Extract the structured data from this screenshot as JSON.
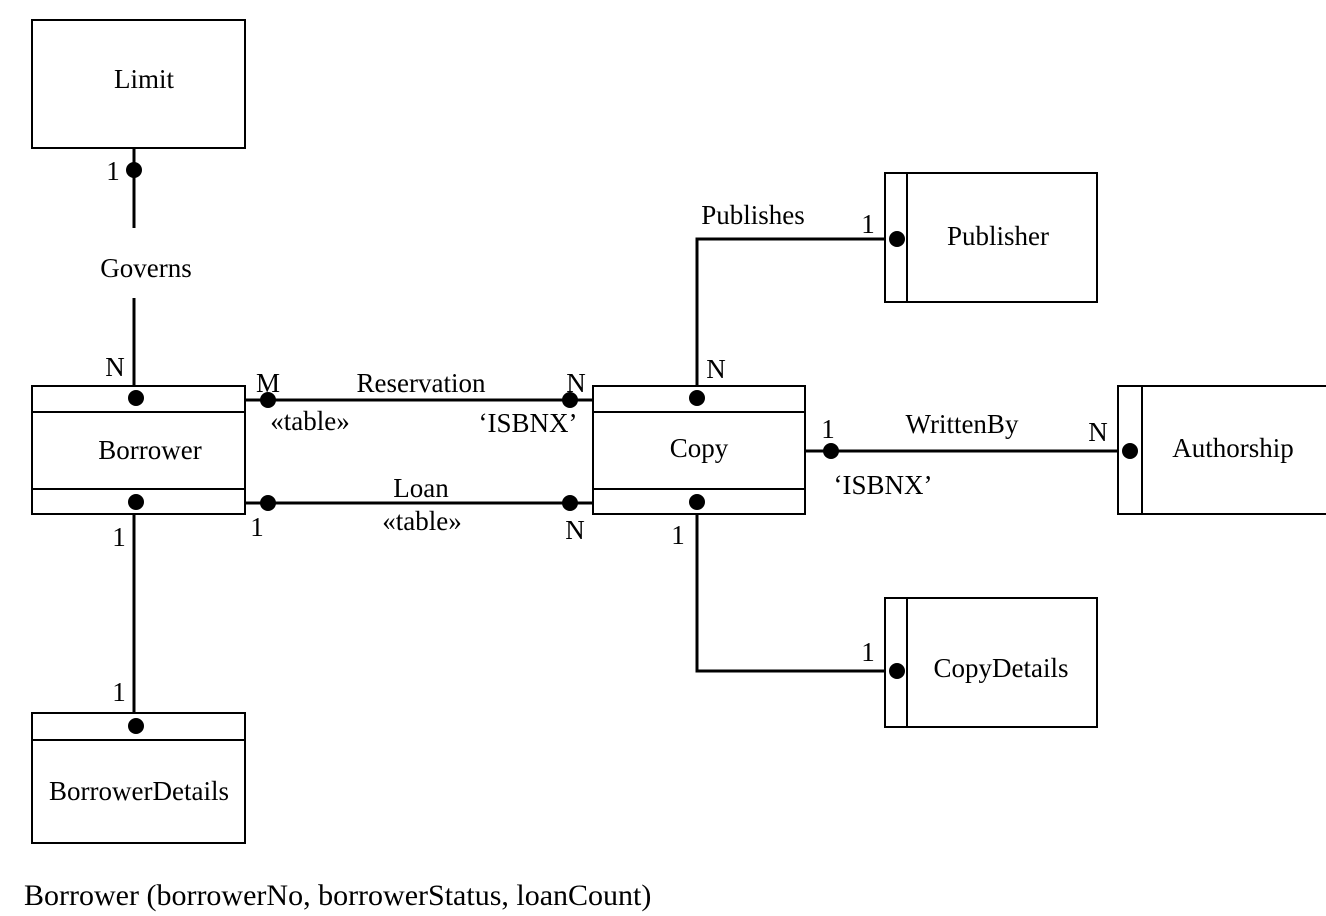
{
  "entities": {
    "limit": "Limit",
    "publisher": "Publisher",
    "borrower": "Borrower",
    "copy": "Copy",
    "authorship": "Authorship",
    "copy_details": "CopyDetails",
    "borrower_details": "BorrowerDetails"
  },
  "relationships": {
    "governs": {
      "name": "Governs",
      "card_limit": "1",
      "card_borrower": "N"
    },
    "publishes": {
      "name": "Publishes",
      "card_publisher": "1",
      "card_copy": "N"
    },
    "reservation": {
      "name": "Reservation",
      "card_borrower": "M",
      "card_copy": "N",
      "stereotype": "«table»",
      "tag": "‘ISBNX’"
    },
    "loan": {
      "name": "Loan",
      "card_borrower": "1",
      "card_copy": "N",
      "stereotype": "«table»"
    },
    "written_by": {
      "name": "WrittenBy",
      "card_copy": "1",
      "card_authorship": "N",
      "tag": "‘ISBNX’"
    },
    "copy_details_rel": {
      "card_copy": "1",
      "card_details": "1"
    },
    "borrower_details_rel": {
      "card_borrower": "1",
      "card_details": "1"
    }
  },
  "schema_text": "Borrower (borrowerNo, borrowerStatus, loanCount)"
}
